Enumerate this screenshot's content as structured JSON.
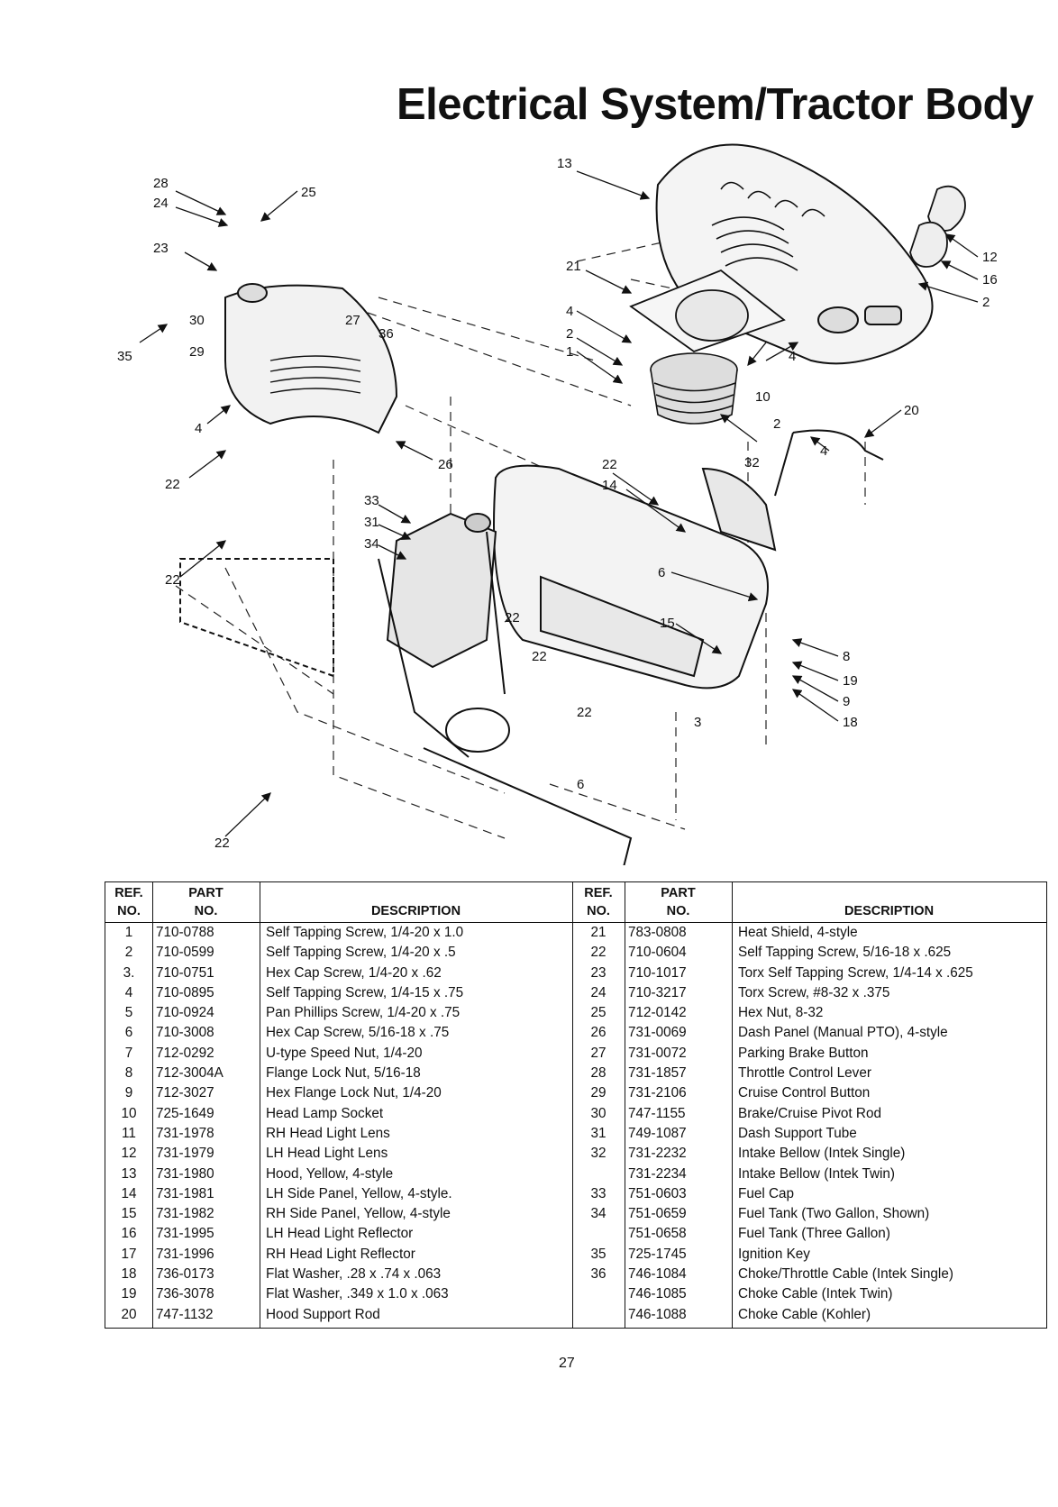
{
  "page": {
    "title": "Electrical System/Tractor Body",
    "page_number": "27"
  },
  "diagram": {
    "callouts": [
      "28",
      "24",
      "25",
      "23",
      "30",
      "35",
      "29",
      "27",
      "36",
      "4",
      "22",
      "26",
      "22",
      "33",
      "31",
      "34",
      "22",
      "22",
      "22",
      "22",
      "6",
      "13",
      "21",
      "4",
      "2",
      "1",
      "4",
      "10",
      "2",
      "32",
      "20",
      "4",
      "22",
      "14",
      "6",
      "15",
      "8",
      "19",
      "9",
      "18",
      "3",
      "12",
      "16",
      "2"
    ]
  },
  "table": {
    "headers": {
      "ref_line1": "REF.",
      "ref_line2": "NO.",
      "part_line1": "PART",
      "part_line2": "NO.",
      "description": "DESCRIPTION"
    },
    "left_rows": [
      {
        "ref": "1",
        "part": "710-0788",
        "desc": "Self Tapping Screw, 1/4-20 x 1.0"
      },
      {
        "ref": "2",
        "part": "710-0599",
        "desc": "Self Tapping Screw, 1/4-20 x .5"
      },
      {
        "ref": "3.",
        "part": "710-0751",
        "desc": "Hex Cap Screw, 1/4-20 x .62"
      },
      {
        "ref": "4",
        "part": "710-0895",
        "desc": "Self Tapping Screw, 1/4-15 x .75"
      },
      {
        "ref": "5",
        "part": "710-0924",
        "desc": "Pan Phillips Screw, 1/4-20 x .75"
      },
      {
        "ref": "6",
        "part": "710-3008",
        "desc": "Hex Cap Screw, 5/16-18 x .75"
      },
      {
        "ref": "7",
        "part": "712-0292",
        "desc": "U-type Speed Nut, 1/4-20"
      },
      {
        "ref": "8",
        "part": "712-3004A",
        "desc": "Flange Lock Nut, 5/16-18"
      },
      {
        "ref": "9",
        "part": "712-3027",
        "desc": "Hex Flange Lock Nut, 1/4-20"
      },
      {
        "ref": "10",
        "part": "725-1649",
        "desc": "Head Lamp Socket"
      },
      {
        "ref": "11",
        "part": "731-1978",
        "desc": "RH Head Light Lens"
      },
      {
        "ref": "12",
        "part": "731-1979",
        "desc": "LH Head Light Lens"
      },
      {
        "ref": "13",
        "part": "731-1980",
        "desc": "Hood, Yellow, 4-style"
      },
      {
        "ref": "14",
        "part": "731-1981",
        "desc": "LH Side Panel, Yellow, 4-style."
      },
      {
        "ref": "15",
        "part": "731-1982",
        "desc": "RH Side Panel, Yellow, 4-style"
      },
      {
        "ref": "16",
        "part": "731-1995",
        "desc": "LH Head Light Reflector"
      },
      {
        "ref": "17",
        "part": "731-1996",
        "desc": "RH Head Light Reflector"
      },
      {
        "ref": "18",
        "part": "736-0173",
        "desc": "Flat Washer, .28 x .74 x .063"
      },
      {
        "ref": "19",
        "part": "736-3078",
        "desc": "Flat Washer, .349 x 1.0 x .063"
      },
      {
        "ref": "20",
        "part": "747-1132",
        "desc": "Hood Support Rod"
      }
    ],
    "right_rows": [
      {
        "ref": "21",
        "part": "783-0808",
        "desc": "Heat Shield, 4-style"
      },
      {
        "ref": "22",
        "part": "710-0604",
        "desc": "Self Tapping Screw, 5/16-18 x .625"
      },
      {
        "ref": "23",
        "part": "710-1017",
        "desc": "Torx Self Tapping Screw, 1/4-14 x .625"
      },
      {
        "ref": "24",
        "part": "710-3217",
        "desc": "Torx Screw, #8-32 x .375"
      },
      {
        "ref": "25",
        "part": "712-0142",
        "desc": "Hex Nut, 8-32"
      },
      {
        "ref": "26",
        "part": "731-0069",
        "desc": "Dash Panel (Manual PTO), 4-style"
      },
      {
        "ref": "27",
        "part": "731-0072",
        "desc": "Parking Brake Button"
      },
      {
        "ref": "28",
        "part": "731-1857",
        "desc": "Throttle Control Lever"
      },
      {
        "ref": "29",
        "part": "731-2106",
        "desc": "Cruise Control Button"
      },
      {
        "ref": "30",
        "part": "747-1155",
        "desc": "Brake/Cruise Pivot Rod"
      },
      {
        "ref": "31",
        "part": "749-1087",
        "desc": "Dash Support Tube"
      },
      {
        "ref": "32",
        "part": "731-2232",
        "desc": "Intake Bellow (Intek Single)"
      },
      {
        "ref": "",
        "part": "731-2234",
        "desc": "Intake Bellow (Intek Twin)"
      },
      {
        "ref": "33",
        "part": "751-0603",
        "desc": "Fuel Cap"
      },
      {
        "ref": "34",
        "part": "751-0659",
        "desc": "Fuel Tank (Two Gallon, Shown)"
      },
      {
        "ref": "",
        "part": "751-0658",
        "desc": "Fuel Tank (Three Gallon)"
      },
      {
        "ref": "35",
        "part": "725-1745",
        "desc": "Ignition Key"
      },
      {
        "ref": "36",
        "part": "746-1084",
        "desc": "Choke/Throttle Cable (Intek Single)"
      },
      {
        "ref": "",
        "part": "746-1085",
        "desc": "Choke Cable (Intek Twin)"
      },
      {
        "ref": "",
        "part": "746-1088",
        "desc": "Choke Cable (Kohler)"
      }
    ]
  }
}
